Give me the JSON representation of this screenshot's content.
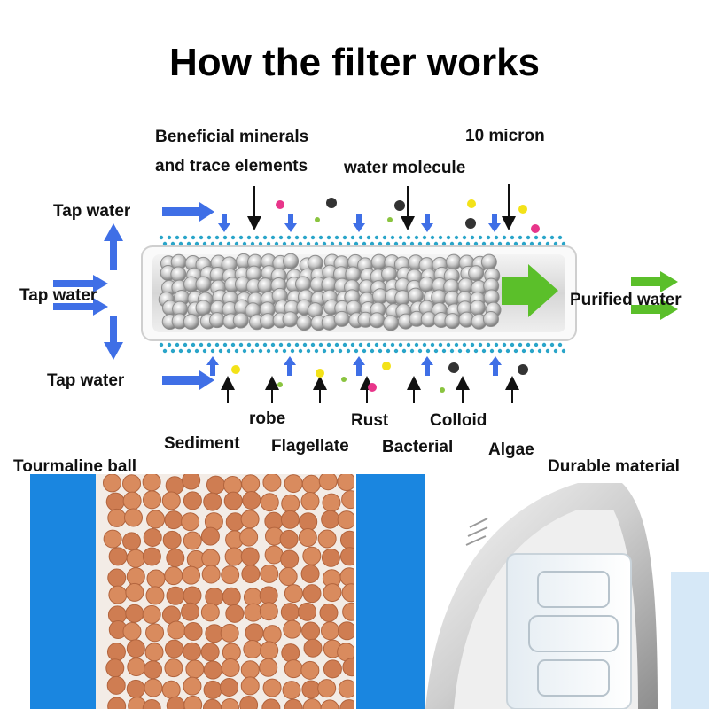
{
  "title": "How the filter works",
  "labels": {
    "beneficial_1": "Beneficial minerals",
    "beneficial_2": "and trace elements",
    "water_molecule": "water molecule",
    "micron": "10 micron",
    "tap_top": "Tap water",
    "tap_mid": "Tap water",
    "tap_bottom": "Tap water",
    "purified": "Purified water",
    "robe": "robe",
    "rust": "Rust",
    "colloid": "Colloid",
    "sediment": "Sediment",
    "flagellate": "Flagellate",
    "bacterial": "Bacterial",
    "algae": "Algae",
    "tourmaline": "Tourmaline ball",
    "durable": "Durable material"
  },
  "colors": {
    "blue_arrow": "#3f6fe6",
    "green_arrow": "#5bbf2a",
    "dots": "#2aa5c9",
    "panel_blue": "#1a86e0",
    "ball": "#d98b5e"
  },
  "icons": [
    "right-arrow-icon",
    "up-arrow-icon",
    "down-arrow-icon",
    "filter-cartridge-icon",
    "particle-dot-icon"
  ]
}
